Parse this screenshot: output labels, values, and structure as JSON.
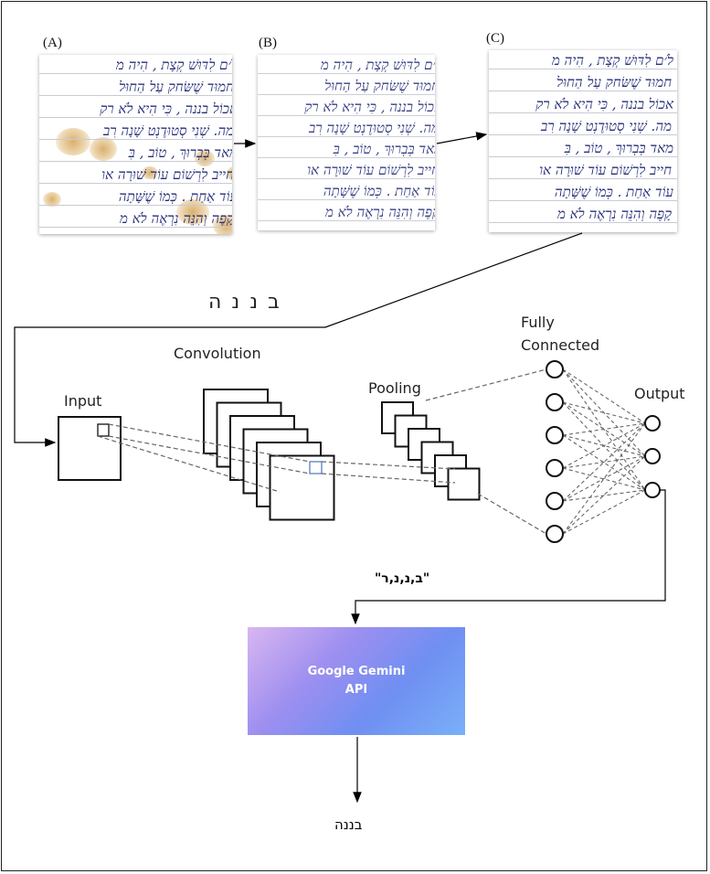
{
  "panels": [
    {
      "label": "(A)"
    },
    {
      "label": "(B)"
    },
    {
      "label": "(C)"
    }
  ],
  "handwriting_lines": [
    "לֹ׳ם לִדּוּשׁ קְצָת , הִיה מ",
    "חמוּד שֶׁשּׂחק עַל הַחוּל",
    "אכוֹל בננה , כִּי הִיא לֹא רק",
    "מה. שְׁנִי סְטוּדֶנְט שָׁנָה רִב",
    "מאד בְּבְרוּךְ , טוֹב , בִּ",
    "חייב לִרְשׁוֹם עוֹד שׁוּרָה או",
    "עוֹד אַחַת . כְּמוֹ שֶׁשָּׁתָה",
    "קָפֶה וְהִנֵּה נִרְאֶה לֹא מ"
  ],
  "segmented_letters": [
    "ב",
    "נ",
    "נ",
    "ה"
  ],
  "cnn": {
    "input_label": "Input",
    "convolution_label": "Convolution",
    "pooling_label": "Pooling",
    "fully_connected_label_line1": "Fully",
    "fully_connected_label_line2": "Connected",
    "output_label": "Output"
  },
  "cnn_output_text": "\"ב,נ,נ,ר\"",
  "gemini": {
    "line1": "Google Gemini",
    "line2": "API",
    "colors": [
      "#d9b6f0",
      "#9d8ff0",
      "#6f8ff2",
      "#7ab0f8"
    ]
  },
  "final_output": "בננה"
}
